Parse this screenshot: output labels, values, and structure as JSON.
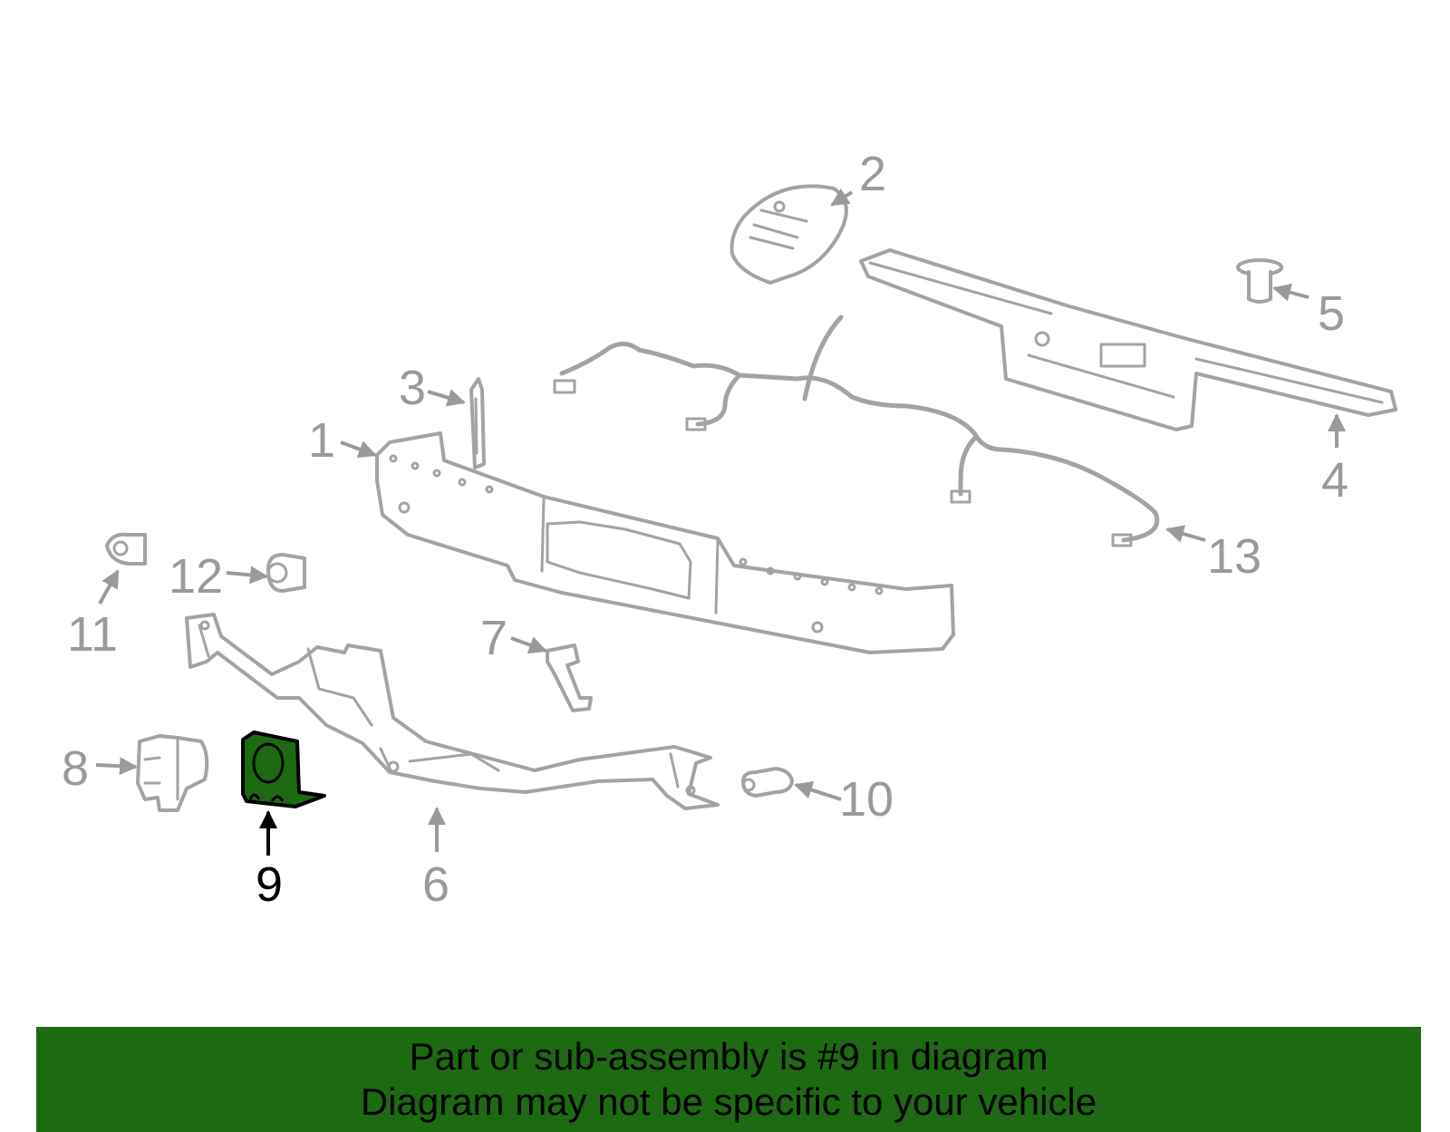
{
  "callouts": {
    "n1": "1",
    "n2": "2",
    "n3": "3",
    "n4": "4",
    "n5": "5",
    "n6": "6",
    "n7": "7",
    "n8": "8",
    "n9": "9",
    "n10": "10",
    "n11": "11",
    "n12": "12",
    "n13": "13"
  },
  "highlight": {
    "part_number": "9",
    "color": "#1d6a12"
  },
  "colors": {
    "line": "#a3a3a3",
    "label": "#9a9a9a",
    "banner": "#1d6a12",
    "highlight_text": "#000000"
  },
  "banner": {
    "line1": "Part or sub-assembly is #9 in diagram",
    "line2": "Diagram may not be specific to your vehicle"
  }
}
